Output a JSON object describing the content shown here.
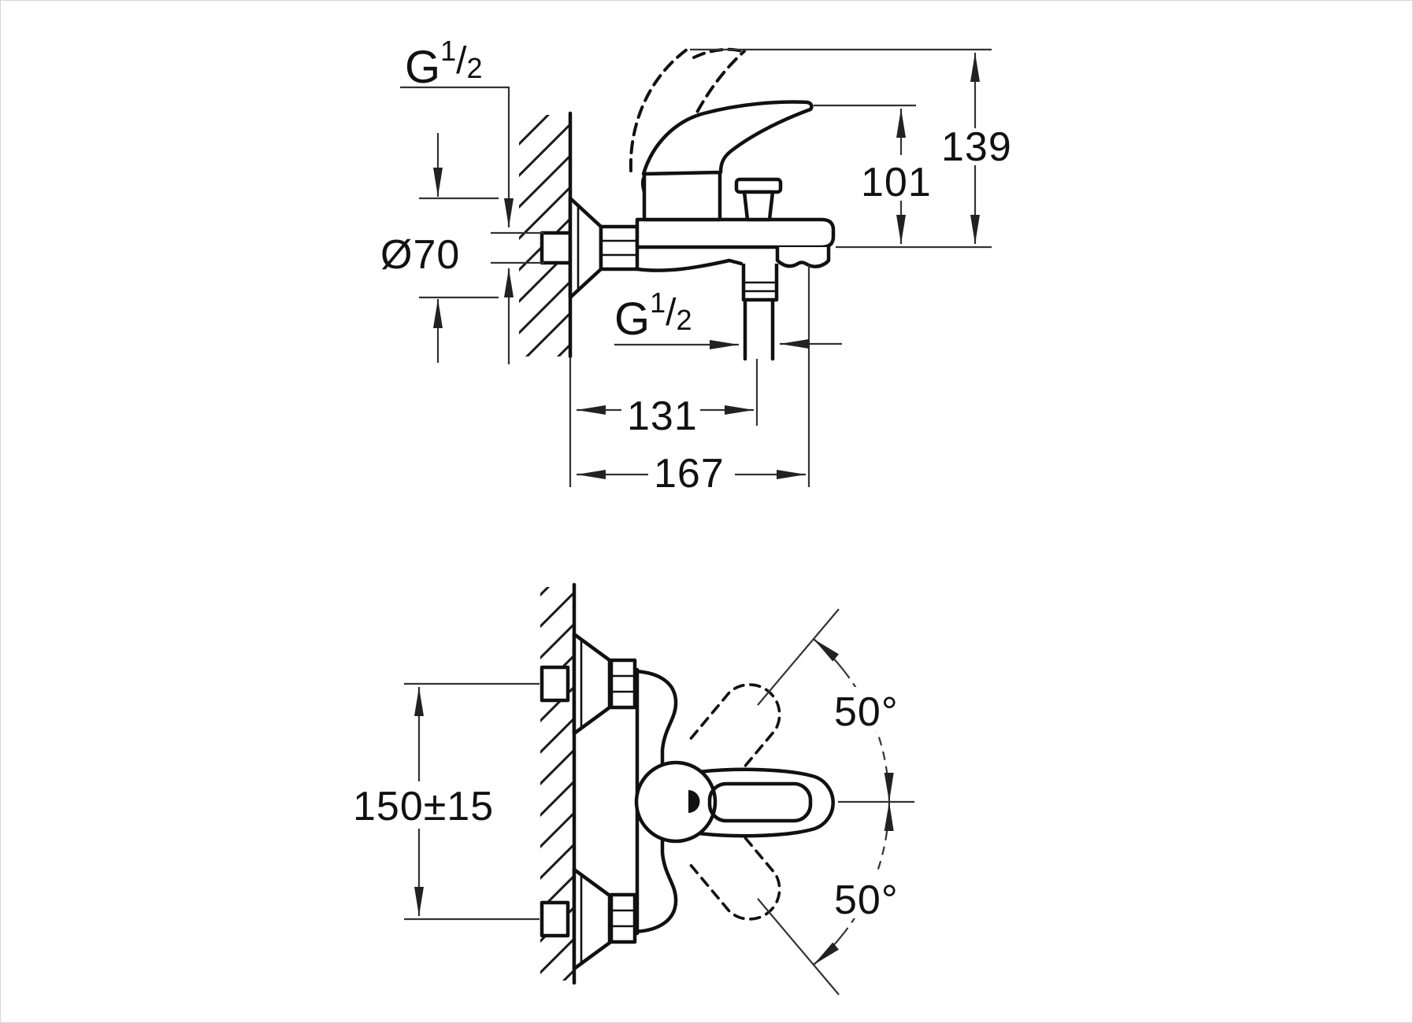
{
  "drawing": {
    "type": "technical_dimension_drawing",
    "views": {
      "side": {
        "labels": {
          "thread_wall": {
            "g": "G",
            "sup": "1",
            "slash": "/",
            "sub": "2"
          },
          "escutcheon_diameter": "Ø70",
          "height_to_spout_tip": "101",
          "height_total": "139",
          "wall_to_shower_outlet": "131",
          "wall_to_spout_outlet": "167",
          "thread_shower": {
            "g": "G",
            "sup": "1",
            "slash": "/",
            "sub": "2"
          }
        }
      },
      "plan": {
        "labels": {
          "inlet_center_distance": "150±15",
          "handle_swing_up": "50°",
          "handle_swing_down": "50°"
        }
      }
    }
  }
}
